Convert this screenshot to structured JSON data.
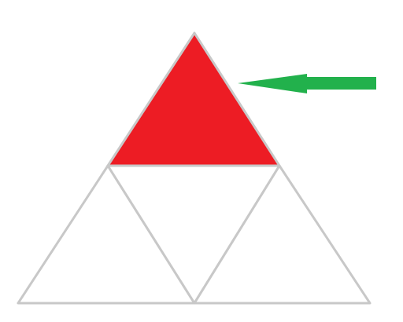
{
  "diagram": {
    "colors": {
      "background": "#ffffff",
      "highlight_fill": "#ed1c24",
      "outline": "#c8c8c8",
      "arrow": "#22b14c"
    },
    "triangles": [
      {
        "id": "top",
        "highlighted": true
      },
      {
        "id": "bottom-left",
        "highlighted": false
      },
      {
        "id": "middle-inverted",
        "highlighted": false
      },
      {
        "id": "bottom-right",
        "highlighted": false
      }
    ],
    "arrow": {
      "icon": "arrow-left-icon",
      "points_to": "top"
    }
  }
}
